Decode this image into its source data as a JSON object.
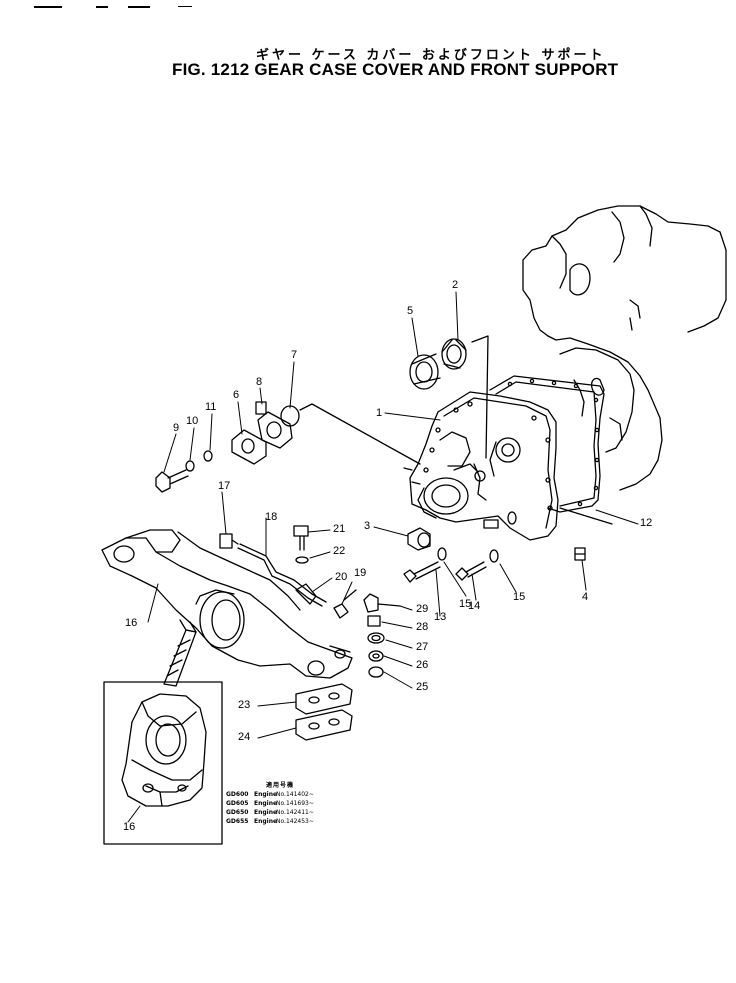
{
  "title": {
    "japanese": "ギヤー ケース カバー およびフロント サポート",
    "english": "FIG. 1212 GEAR CASE COVER AND FRONT SUPPORT"
  },
  "callouts": [
    {
      "id": "c1",
      "text": "1"
    },
    {
      "id": "c2",
      "text": "2"
    },
    {
      "id": "c3",
      "text": "3"
    },
    {
      "id": "c4",
      "text": "4"
    },
    {
      "id": "c5",
      "text": "5"
    },
    {
      "id": "c6",
      "text": "6"
    },
    {
      "id": "c7",
      "text": "7"
    },
    {
      "id": "c8",
      "text": "8"
    },
    {
      "id": "c9",
      "text": "9"
    },
    {
      "id": "c10",
      "text": "10"
    },
    {
      "id": "c11",
      "text": "11"
    },
    {
      "id": "c12",
      "text": "12"
    },
    {
      "id": "c13",
      "text": "13"
    },
    {
      "id": "c14",
      "text": "14"
    },
    {
      "id": "c15a",
      "text": "15"
    },
    {
      "id": "c15b",
      "text": "15"
    },
    {
      "id": "c16a",
      "text": "16"
    },
    {
      "id": "c16b",
      "text": "16"
    },
    {
      "id": "c17",
      "text": "17"
    },
    {
      "id": "c18",
      "text": "18"
    },
    {
      "id": "c19",
      "text": "19"
    },
    {
      "id": "c20",
      "text": "20"
    },
    {
      "id": "c21",
      "text": "21"
    },
    {
      "id": "c22",
      "text": "22"
    },
    {
      "id": "c23",
      "text": "23"
    },
    {
      "id": "c24",
      "text": "24"
    },
    {
      "id": "c25",
      "text": "25"
    },
    {
      "id": "c26",
      "text": "26"
    },
    {
      "id": "c27",
      "text": "27"
    },
    {
      "id": "c28",
      "text": "28"
    },
    {
      "id": "c29",
      "text": "29"
    }
  ],
  "applicability": {
    "header": "適用号機",
    "rows": [
      {
        "model": "GD600",
        "label": "Engine",
        "serial": "No.141402~"
      },
      {
        "model": "GD605",
        "label": "Engine",
        "serial": "No.141693~"
      },
      {
        "model": "GD650",
        "label": "Engine",
        "serial": "No.142411~"
      },
      {
        "model": "GD655",
        "label": "Engine",
        "serial": "No.142453~"
      }
    ]
  },
  "colors": {
    "ink": "#000000",
    "paper": "#ffffff"
  }
}
